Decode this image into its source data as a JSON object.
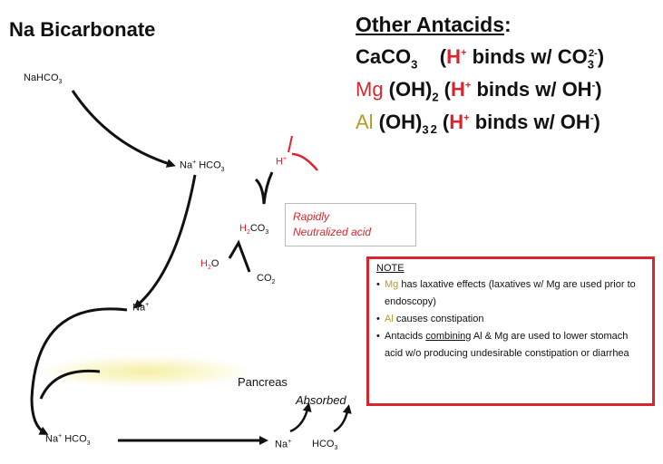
{
  "title": "Na Bicarbonate",
  "other_antacids": {
    "heading": "Other Antacids",
    "colon": ":",
    "caco3": {
      "formula": "CaCO",
      "sub": "3",
      "ion": "H",
      "ion_sup": "+",
      "text": " binds w/ CO",
      "anion_sub": "3",
      "anion_sup": "2-",
      "close": ")"
    },
    "mgoh": {
      "element": "Mg",
      "formula": " (OH)",
      "sub": "2",
      "ion": "H",
      "ion_sup": "+",
      "text": " binds w/ OH",
      "anion_sup": "-",
      "close": ")"
    },
    "aloh": {
      "element": "Al",
      "formula": " (OH)",
      "sub": "3",
      "sub2": "2",
      "ion": "H",
      "ion_sup": "+",
      "text": " binds w/ OH",
      "anion_sup": "-",
      "close": ")"
    }
  },
  "labels": {
    "nahco3": "NaHCO",
    "nahco3_sub": "3",
    "na_hco3_top": "Na",
    "na_hco3_top_sup": "+",
    "hco3_top": " HCO",
    "hco3_top_sub": "3",
    "h_plus": "H",
    "h_plus_sup": "+",
    "h2co3_a": "H",
    "h2co3_sub": "2",
    "h2co3_b": "CO",
    "h2co3_sub2": "3",
    "h2o_a": "H",
    "h2o_sub": "2",
    "h2o_b": "O",
    "co2_a": "CO",
    "co2_sub": "2",
    "na_mid": "Na",
    "na_mid_sup": "+",
    "pancreas": "Pancreas",
    "absorbed": "Absorbed",
    "na_bottom_left": "Na",
    "na_bottom_left_sup": "+",
    "hco3_bottom_left": " HCO",
    "hco3_bottom_left_sub": "3",
    "na_bottom_right": "Na",
    "na_bottom_right_sup": "+",
    "hco3_bottom_right": "HCO",
    "hco3_bottom_right_sub": "3"
  },
  "rapid_box": {
    "line1": "Rapidly",
    "line2": "Neutralized acid"
  },
  "note": {
    "title": "NOTE",
    "item1_mg": "Mg",
    "item1_rest": " has laxative effects (laxatives w/ Mg are used prior to endoscopy)",
    "item2_al": "Al",
    "item2_rest": " causes constipation",
    "item3_a": "Antacids ",
    "item3_u": "combining",
    "item3_b": " Al & Mg are used to lower stomach acid w/o producing undesirable constipation or diarrhea"
  },
  "colors": {
    "red": "#d8262e",
    "olive": "#b59a2a",
    "pancreas": "#f4ee9a"
  }
}
